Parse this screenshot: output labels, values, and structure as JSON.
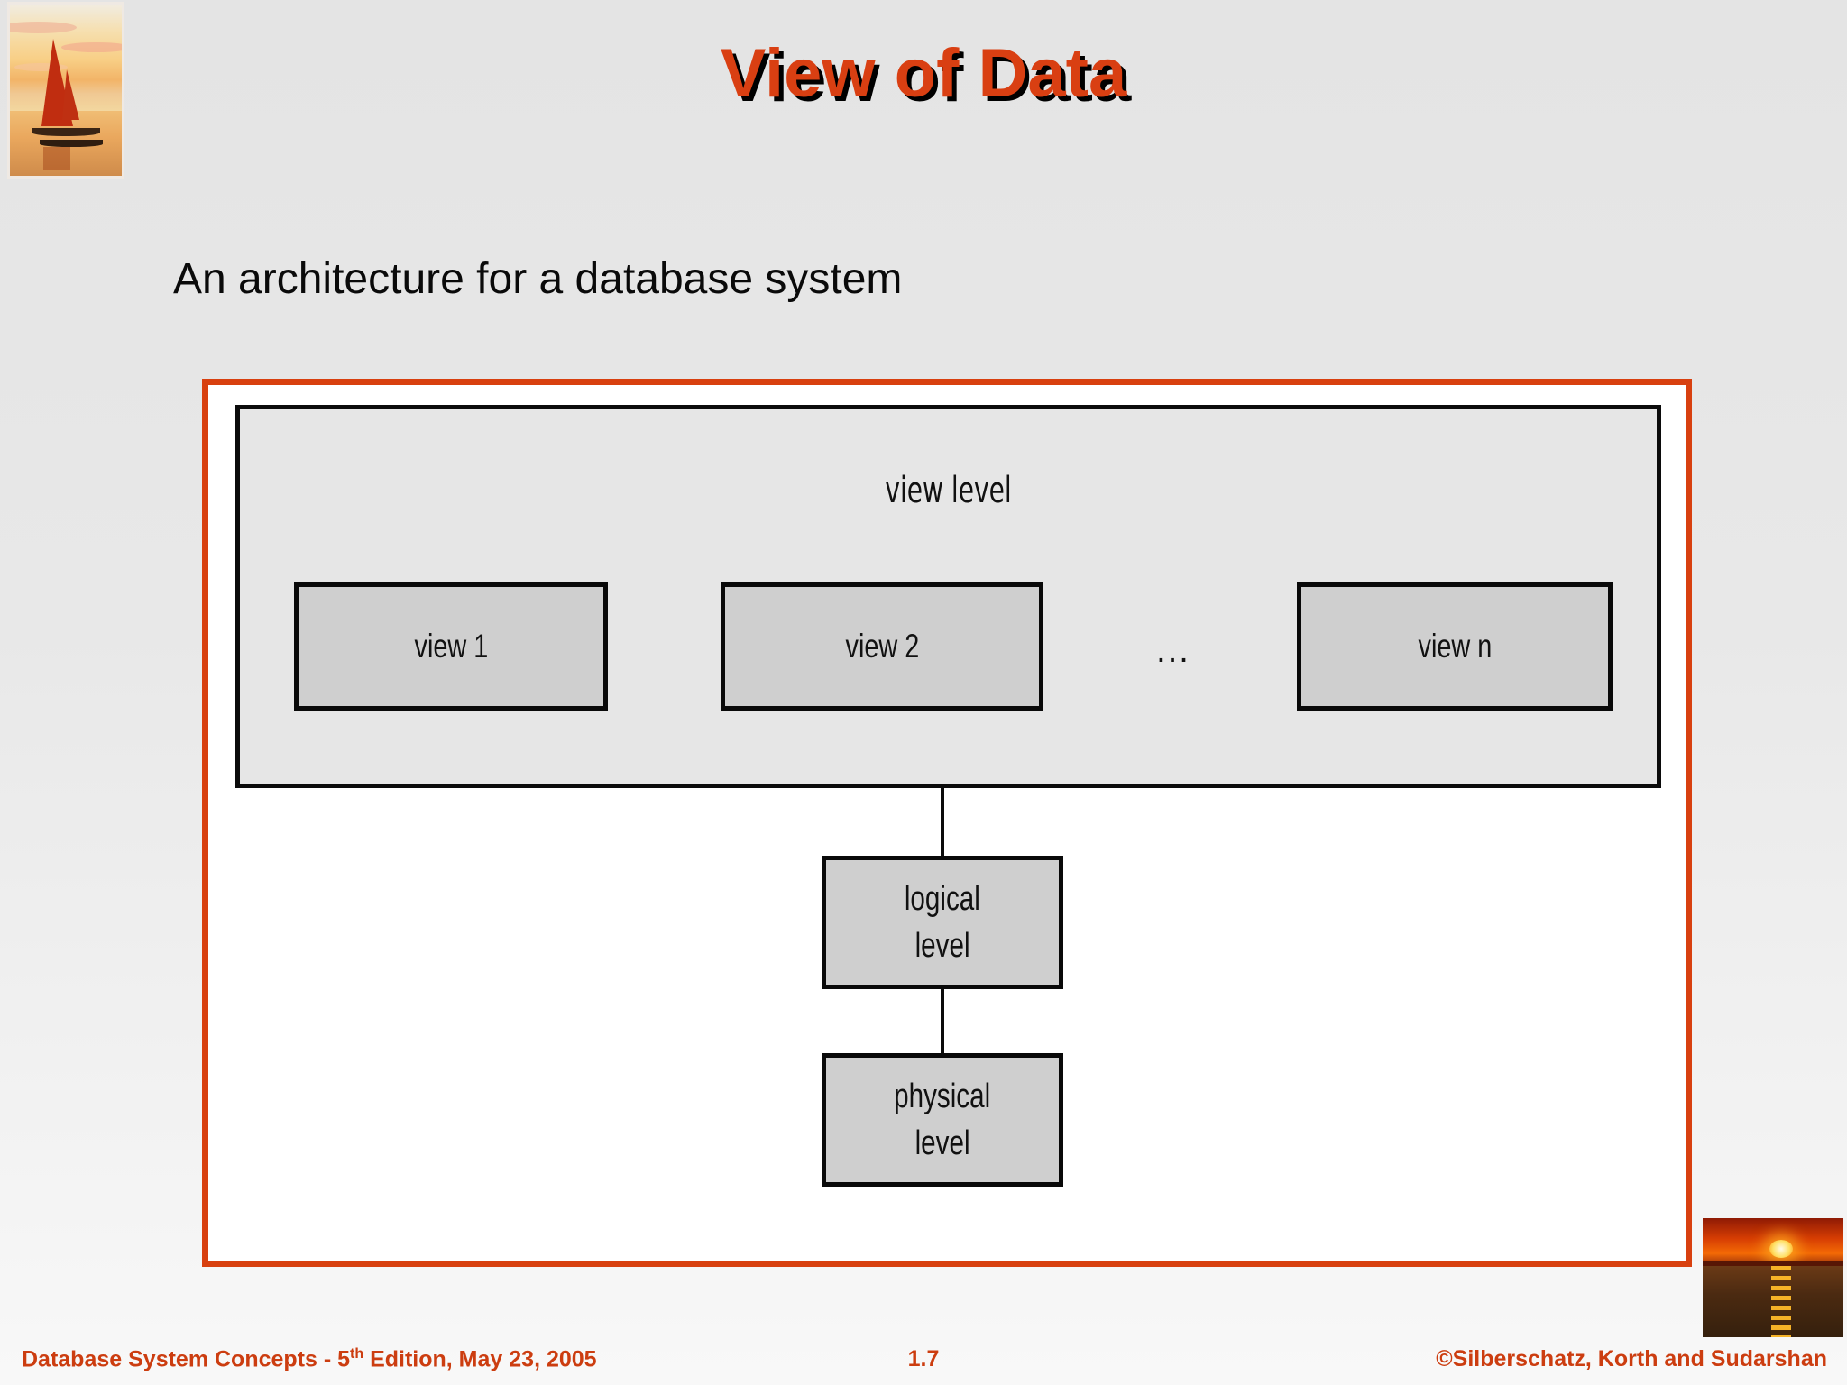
{
  "slide": {
    "title": "View of Data",
    "subtitle": "An architecture for a database system",
    "title_color": "#d93f12",
    "frame_color": "#d8400f",
    "box_fill": "#cfcfcf",
    "panel_fill": "#e6e6e6"
  },
  "decor": {
    "top_left_image": "sailboat-sunset-photo",
    "bottom_right_image": "sunset-over-water-photo"
  },
  "diagram": {
    "view_level_label": "view level",
    "views": [
      {
        "label": "view 1"
      },
      {
        "label": "view 2"
      },
      {
        "label": "view n"
      }
    ],
    "ellipsis": "...",
    "logical_level": {
      "line1": "logical",
      "line2": "level"
    },
    "physical_level": {
      "line1": "physical",
      "line2": "level"
    }
  },
  "footer": {
    "left_prefix": "Database System Concepts - 5",
    "left_superscript": "th",
    "left_suffix": " Edition, May 23,  2005",
    "page_number": "1.7",
    "right": "©Silberschatz, Korth and Sudarshan"
  }
}
